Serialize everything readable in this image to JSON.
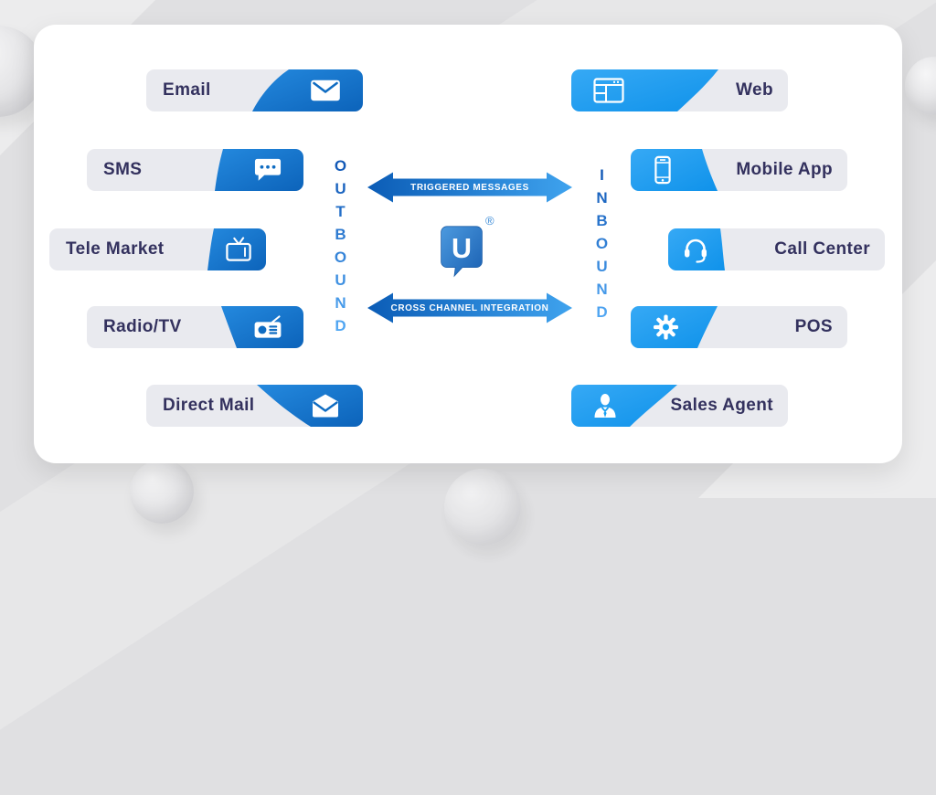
{
  "colors": {
    "canvas_bg": "#E0E0E2",
    "card_bg": "#FFFFFF",
    "pill_bg": "#E9EAEF",
    "pill_text": "#33315E",
    "outbound_blue": "#1173C9",
    "inbound_blue": "#1E9BF0",
    "arrow_gradient_left": "#0B5CB6",
    "arrow_gradient_right": "#3FA3EE",
    "vertical_text_top": "#0F55B4",
    "vertical_text_bottom": "#55ACF7"
  },
  "outbound": {
    "title": "OUTBOUND",
    "channels": [
      {
        "label": "Email",
        "icon": "email-icon"
      },
      {
        "label": "SMS",
        "icon": "sms-chat-icon"
      },
      {
        "label": "Tele Market",
        "icon": "tv-icon"
      },
      {
        "label": "Radio/TV",
        "icon": "radio-icon"
      },
      {
        "label": "Direct Mail",
        "icon": "open-envelope-icon"
      }
    ]
  },
  "inbound": {
    "title": "INBOUND",
    "channels": [
      {
        "label": "Web",
        "icon": "browser-window-icon"
      },
      {
        "label": "Mobile App",
        "icon": "smartphone-icon"
      },
      {
        "label": "Call Center",
        "icon": "headset-icon"
      },
      {
        "label": "POS",
        "icon": "gear-icon"
      },
      {
        "label": "Sales Agent",
        "icon": "person-icon"
      }
    ]
  },
  "center": {
    "top_arrow_label": "TRIGGERED MESSAGES",
    "bottom_arrow_label": "CROSS CHANNEL INTEGRATION",
    "logo_letter": "U",
    "registered_mark": "®"
  },
  "icons": {
    "email-icon": "✉",
    "sms-chat-icon": "💬",
    "tv-icon": "📺",
    "radio-icon": "📻",
    "open-envelope-icon": "📩",
    "browser-window-icon": "🗔",
    "smartphone-icon": "📱",
    "headset-icon": "🎧",
    "gear-icon": "⚙",
    "person-icon": "👤"
  }
}
